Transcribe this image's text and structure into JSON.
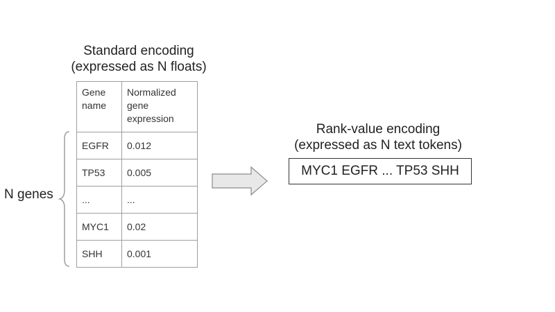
{
  "standard_encoding": {
    "title_line1": "Standard encoding",
    "title_line2": "(expressed as N floats)",
    "headers": {
      "gene_name": "Gene name",
      "expression": "Normalized gene expression"
    },
    "rows": [
      {
        "gene": "EGFR",
        "value": "0.012"
      },
      {
        "gene": "TP53",
        "value": "0.005"
      },
      {
        "gene": "...",
        "value": "..."
      },
      {
        "gene": "MYC1",
        "value": "0.02"
      },
      {
        "gene": "SHH",
        "value": "0.001"
      }
    ],
    "n_genes_label": "N genes"
  },
  "rank_value_encoding": {
    "title_line1": "Rank-value encoding",
    "title_line2": "(expressed as N text tokens)",
    "tokens": "MYC1 EGFR ... TP53 SHH"
  },
  "colors": {
    "arrow_fill": "#e8e8e8",
    "arrow_stroke": "#8a8a8a",
    "table_border": "#9e9e9e"
  }
}
